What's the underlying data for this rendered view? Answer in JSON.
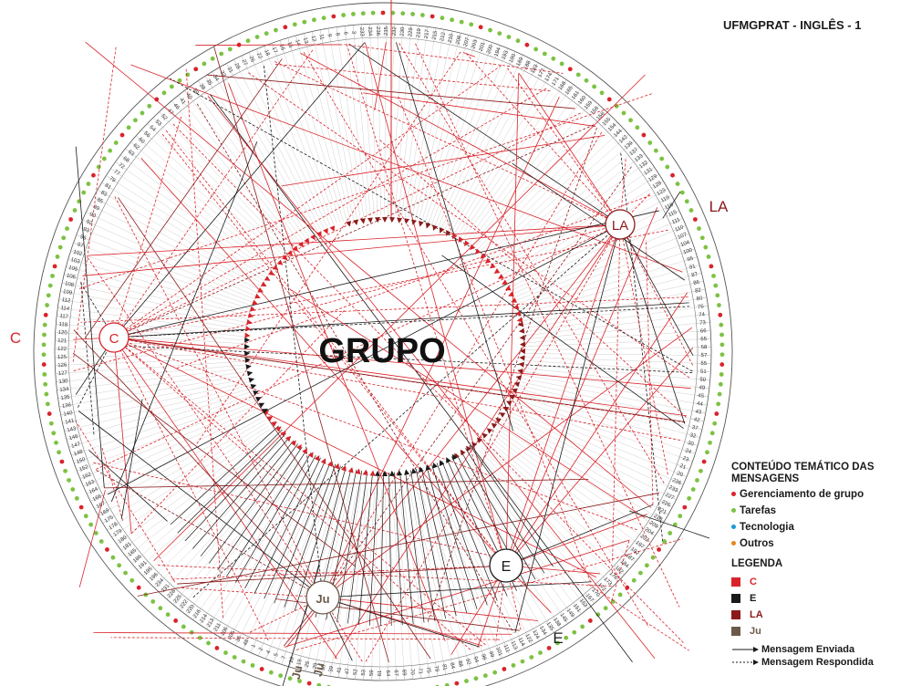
{
  "title": "UFMGPRAT - INGLÊS - 1",
  "center_label": "GRUPO",
  "participants": {
    "C": {
      "outer_label": "C",
      "inner_label": "C",
      "color": "#d9232a"
    },
    "E": {
      "outer_label": "E",
      "inner_label": "E",
      "color": "#1a1a1a"
    },
    "LA": {
      "outer_label": "LA",
      "inner_label": "LA",
      "color": "#8b1a1a"
    },
    "Ju": {
      "outer_label": "Ju",
      "inner_label": "Ju",
      "color": "#6b5a4a"
    }
  },
  "legend": {
    "themes_title": "CONTEÚDO TEMÁTICO DAS MENSAGENS",
    "themes": [
      {
        "label": "Gerenciamento de grupo",
        "color": "#d9232a"
      },
      {
        "label": "Tarefas",
        "color": "#7cc242"
      },
      {
        "label": "Tecnologia",
        "color": "#1e9ad6"
      },
      {
        "label": "Outros",
        "color": "#e08a1e"
      }
    ],
    "legend_title": "LEGENDA",
    "participant_keys": [
      {
        "label": "C",
        "color": "#d9232a"
      },
      {
        "label": "E",
        "color": "#1a1a1a"
      },
      {
        "label": "LA",
        "color": "#8b1a1a"
      },
      {
        "label": "Ju",
        "color": "#6b5a4a"
      }
    ],
    "message_types": [
      {
        "label": "Mensagem Enviada",
        "style": "solid"
      },
      {
        "label": "Mensagem Respondida",
        "style": "dashed"
      }
    ]
  },
  "message_numbers": [
    "235",
    "232",
    "230",
    "229",
    "219",
    "217",
    "215",
    "212",
    "210",
    "208",
    "207",
    "203",
    "201",
    "200",
    "194",
    "193",
    "190",
    "189",
    "188",
    "183",
    "177",
    "174",
    "171",
    "168",
    "165",
    "161",
    "160",
    "159",
    "158",
    "156",
    "155",
    "154",
    "144",
    "142",
    "139",
    "137",
    "133",
    "132",
    "131",
    "129",
    "128",
    "123",
    "119",
    "116",
    "115",
    "111",
    "110",
    "107",
    "104",
    "100",
    "95",
    "91",
    "87",
    "86",
    "82",
    "80",
    "76",
    "74",
    "73",
    "66",
    "65",
    "58",
    "57",
    "55",
    "51",
    "50",
    "49",
    "45",
    "44",
    "43",
    "42",
    "37",
    "32",
    "30",
    "24",
    "23",
    "21",
    "20",
    "236",
    "233",
    "227",
    "226",
    "221",
    "218",
    "209",
    "204",
    "202",
    "197",
    "192",
    "187",
    "184",
    "182",
    "176",
    "173",
    "172",
    "170",
    "157",
    "153",
    "151",
    "149",
    "145",
    "138",
    "135",
    "134",
    "124",
    "122",
    "114",
    "113",
    "111",
    "101",
    "99",
    "98",
    "94",
    "92",
    "88",
    "84",
    "81",
    "79",
    "75",
    "71",
    "70",
    "69",
    "67",
    "64",
    "61",
    "59",
    "53",
    "52",
    "47",
    "41",
    "39",
    "35",
    "29",
    "25",
    "19",
    "10",
    "7",
    "5",
    "4",
    "2",
    "1",
    "48",
    "36",
    "205",
    "206",
    "211",
    "213",
    "214",
    "216",
    "220",
    "222",
    "225",
    "228",
    "231",
    "234",
    "196",
    "195",
    "191",
    "186",
    "185",
    "181",
    "180",
    "179",
    "178",
    "175",
    "169",
    "167",
    "166",
    "164",
    "163",
    "162",
    "152",
    "150",
    "148",
    "147",
    "146",
    "143",
    "141",
    "140",
    "136",
    "135",
    "134",
    "130",
    "127",
    "126",
    "125",
    "122",
    "121",
    "120",
    "118",
    "117",
    "114",
    "112",
    "109",
    "108",
    "106",
    "105",
    "103",
    "102",
    "97",
    "96",
    "93",
    "92",
    "90",
    "89",
    "85",
    "83",
    "81",
    "79",
    "77",
    "72",
    "68",
    "63",
    "62",
    "60",
    "56",
    "54",
    "53",
    "52",
    "47",
    "46",
    "41",
    "40",
    "39",
    "38",
    "35",
    "34",
    "33",
    "31",
    "28",
    "27",
    "26",
    "22",
    "18",
    "17",
    "16",
    "15",
    "14",
    "13",
    "12",
    "11",
    "9",
    "8",
    "6",
    "3",
    "233",
    "234",
    "236"
  ]
}
